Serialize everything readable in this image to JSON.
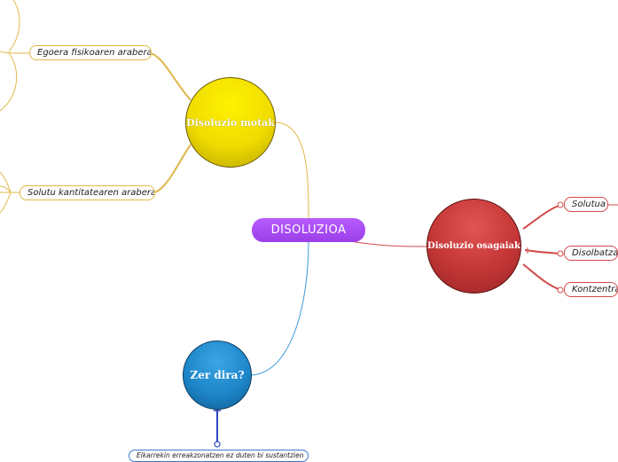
{
  "root": {
    "label": "DISOLUZIOA"
  },
  "topics": {
    "types": {
      "label": "Disoluzio motak",
      "color": "#f0dc00"
    },
    "components": {
      "label": "Disoluzio osagaiak",
      "color": "#c43636"
    },
    "what": {
      "label": "Zer dira?",
      "color": "#1e86c9"
    }
  },
  "subtopics": {
    "physical": "Egoera fisikoaren arabera",
    "solute_amount": "Solutu kantitatearen arabera",
    "solute": "Solutua",
    "solvent": "Disolbatzail",
    "concentration": "Kontzentraz",
    "definition": "Elkarrekin erreakzonatzen ez duten bi sustantzien"
  }
}
